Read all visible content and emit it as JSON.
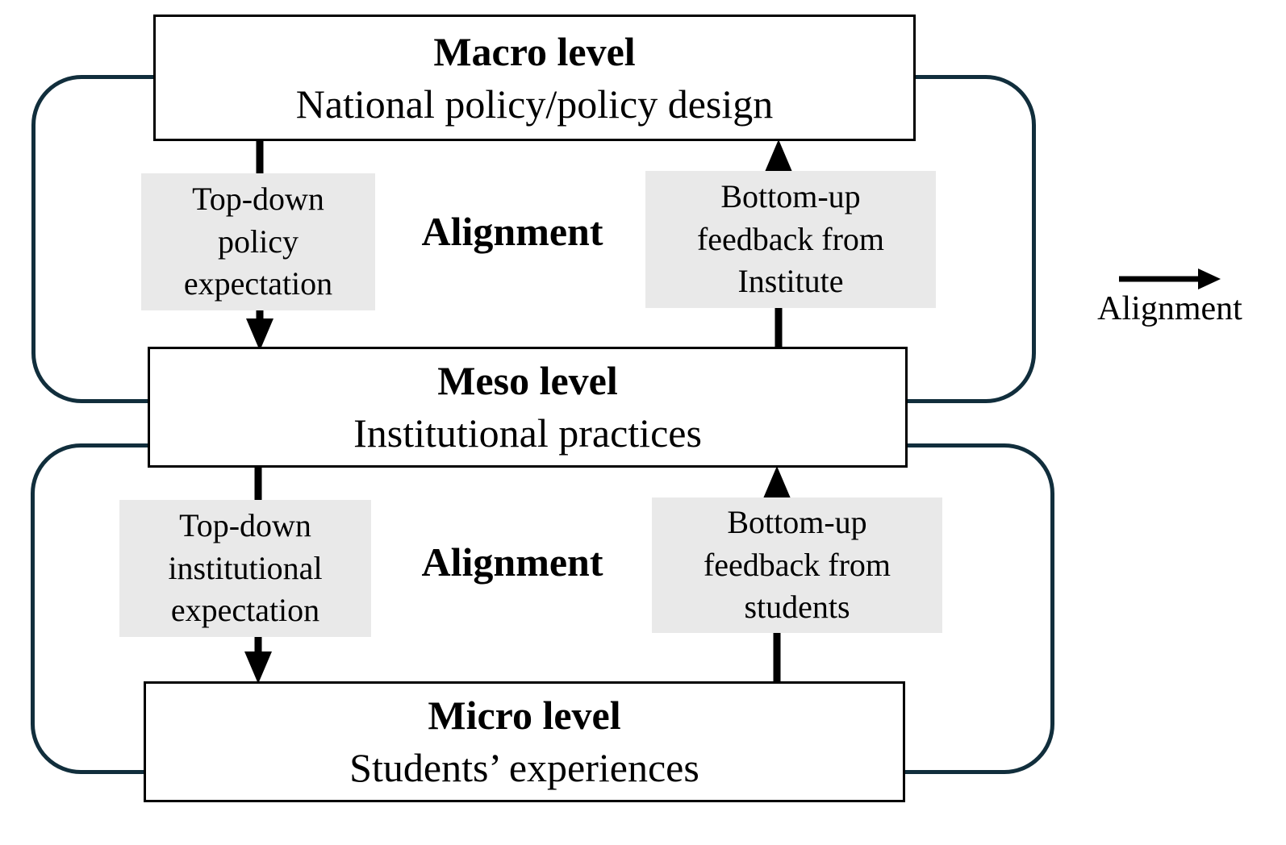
{
  "colors": {
    "loop_outline": "#112e3c",
    "box_border": "#000000",
    "label_background": "#e9e9e9",
    "arrow": "#000000",
    "background": "#ffffff"
  },
  "levels": [
    {
      "id": "macro",
      "title": "Macro level",
      "subtitle": "National policy/policy design"
    },
    {
      "id": "meso",
      "title": "Meso level",
      "subtitle": "Institutional practices"
    },
    {
      "id": "micro",
      "title": "Micro level",
      "subtitle": "Students’ experiences"
    }
  ],
  "flows": {
    "macro_meso": {
      "top_down_label": "Top-down\npolicy\nexpectation",
      "alignment": "Alignment",
      "bottom_up_label": "Bottom-up\nfeedback from\nInstitute"
    },
    "meso_micro": {
      "top_down_label": "Top-down\ninstitutional\nexpectation",
      "alignment": "Alignment",
      "bottom_up_label": "Bottom-up\nfeedback from\nstudents"
    }
  },
  "legend": {
    "label": "Alignment",
    "icon": "right-arrow-icon"
  }
}
